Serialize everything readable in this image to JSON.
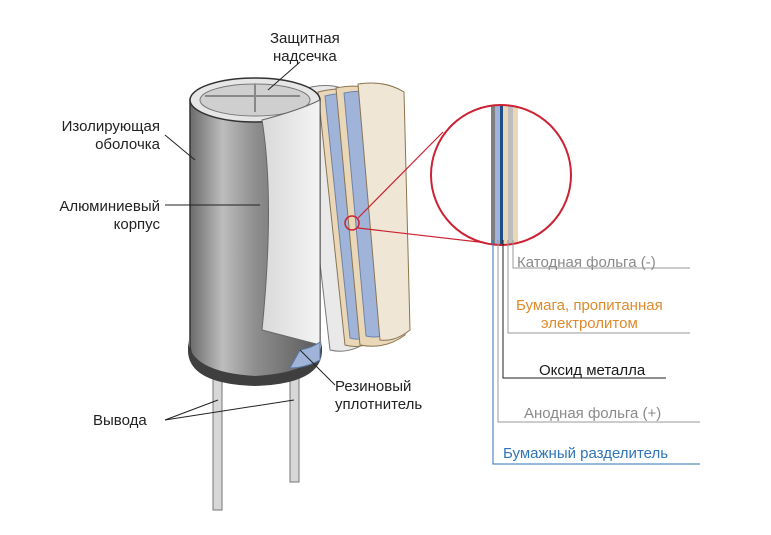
{
  "labels": {
    "vent": "Защитная\nнадсечка",
    "sleeve": "Изолирующая\nоболочка",
    "can": "Алюминиевый\nкорпус",
    "leads": "Вывода",
    "seal": "Резиновый\nуплотнитель",
    "cathode": "Катодная фольга (-)",
    "paper": "Бумага, пропитанная\nэлектролитом",
    "oxide": "Оксид металла",
    "anode": "Анодная фольга (+)",
    "separator": "Бумажный разделитель"
  },
  "colors": {
    "cathode_text": "#8a8a8a",
    "paper_text": "#e08a2c",
    "oxide_text": "#1a1a1a",
    "anode_text": "#8a8a8a",
    "separator_text": "#2f75b8",
    "zoom_circle": "#cc2233",
    "dielectric_blue": "#9fb4d8",
    "paper_tan": "#ead7b8"
  }
}
